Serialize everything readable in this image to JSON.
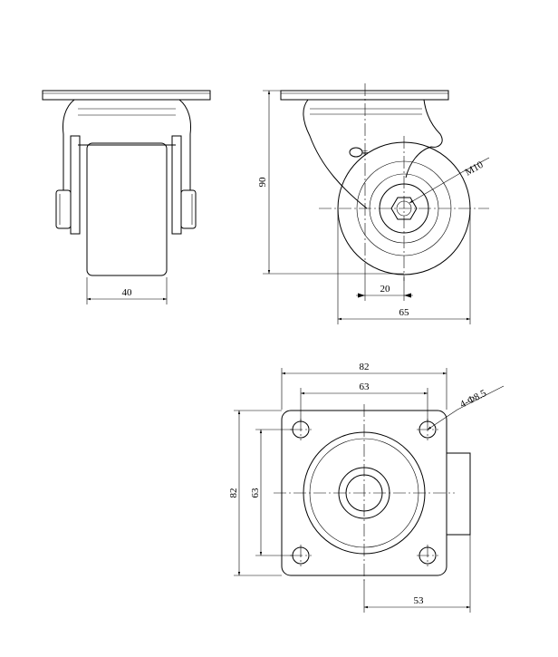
{
  "front_view": {
    "dim_width": "40"
  },
  "side_view": {
    "dim_height": "90",
    "dim_offset": "20",
    "dim_overall": "65",
    "thread_label": "M10"
  },
  "plate_view": {
    "dim_outer_width": "82",
    "dim_hole_spacing_x": "63",
    "dim_outer_height": "82",
    "dim_hole_spacing_y": "63",
    "dim_swivel_radius": "53",
    "hole_label": "4-Φ8.5"
  }
}
